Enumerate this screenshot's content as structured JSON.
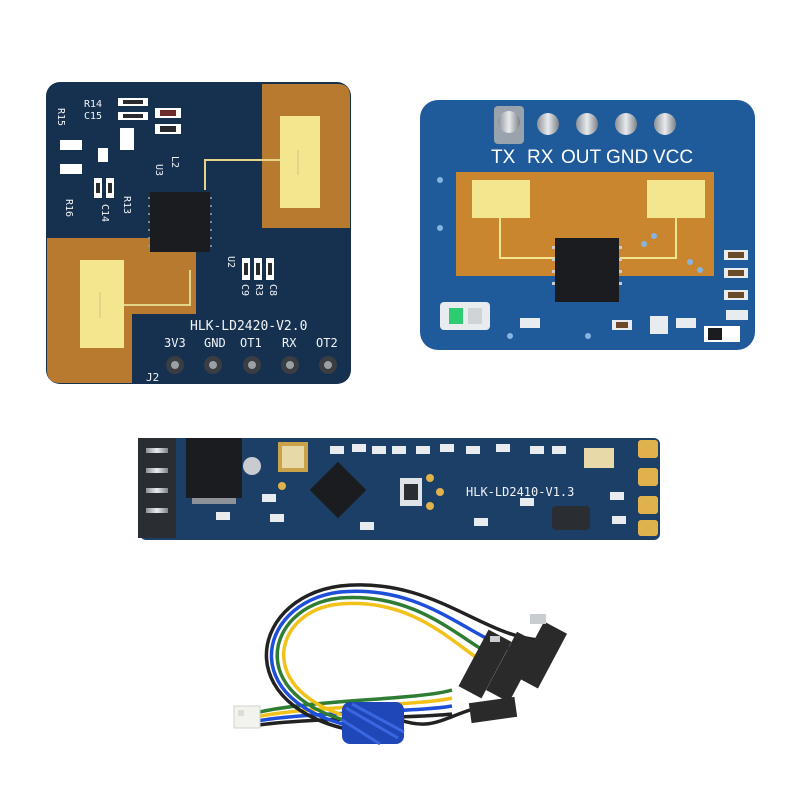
{
  "board1": {
    "model_label": "HLK-LD2420-V2.0",
    "pins": [
      "3V3",
      "GND",
      "OT1",
      "RX",
      "OT2"
    ],
    "header_label": "J2",
    "component_labels": [
      "R14",
      "C15",
      "R15",
      "U3",
      "L2",
      "R16",
      "R13",
      "C14",
      "U2",
      "C9",
      "R3",
      "C8"
    ]
  },
  "board2": {
    "pins": [
      "TX",
      "RX",
      "OUT",
      "GND",
      "VCC"
    ]
  },
  "board3": {
    "model_label": "HLK-LD2410-V1.3"
  },
  "colors": {
    "pcb_dark": "#1d3a5f",
    "pcb_light": "#1f5a9b",
    "copper": "#c9862f",
    "gold": "#f4e79a",
    "chip": "#1a1c20"
  }
}
